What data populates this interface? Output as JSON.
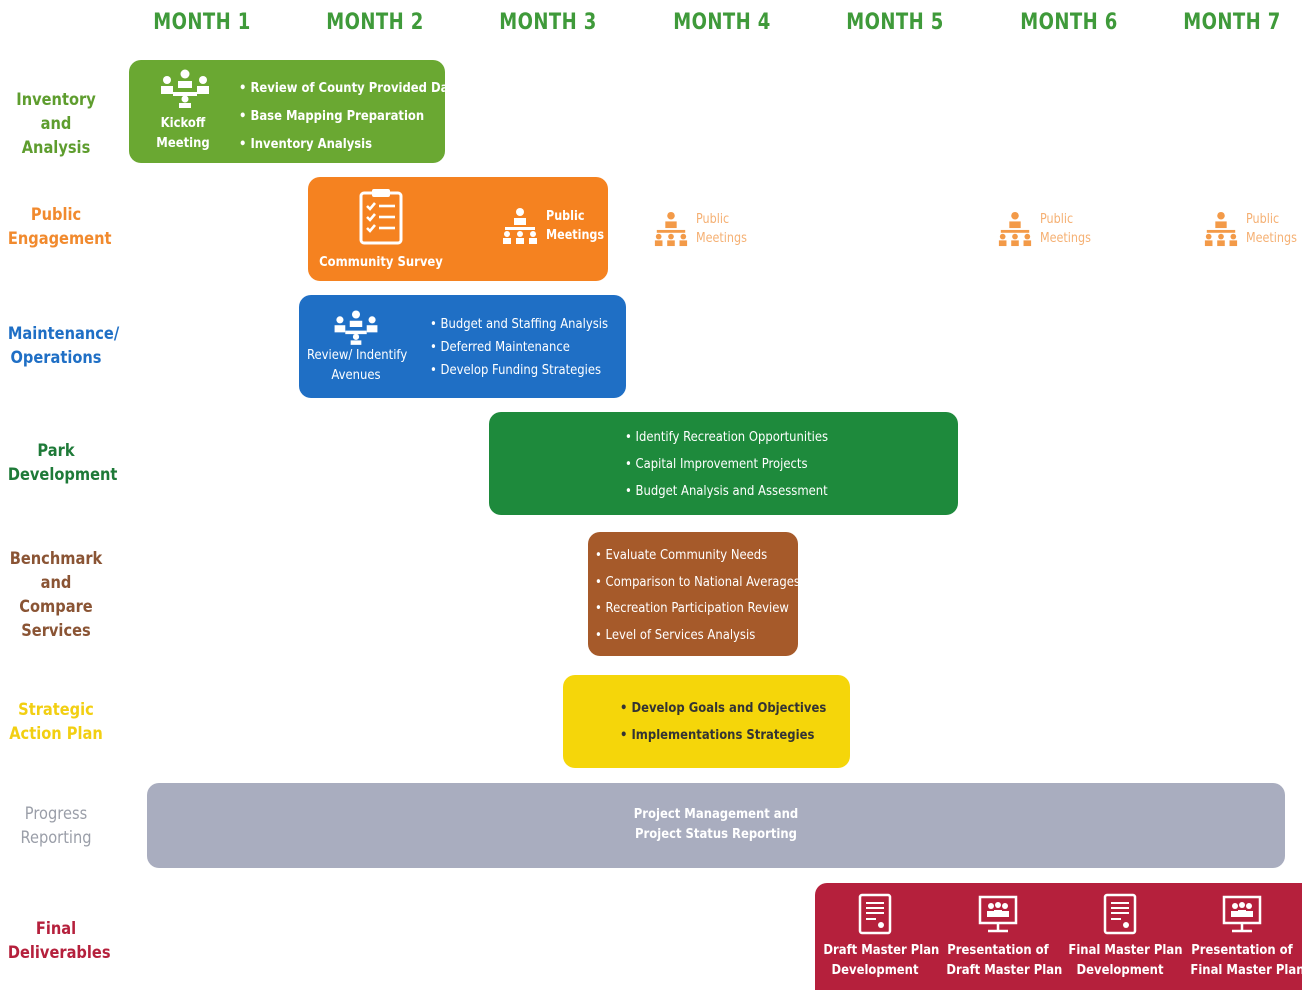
{
  "months": [
    "MONTH 1",
    "MONTH 2",
    "MONTH 3",
    "MONTH 4",
    "MONTH 5",
    "MONTH 6",
    "MONTH 7"
  ],
  "rows": {
    "inventory": {
      "label": [
        "Inventory",
        "and Analysis"
      ],
      "color": "#6aa832",
      "icon_label": [
        "Kickoff",
        "Meeting"
      ],
      "bullets": [
        "Review of County Provided Data",
        "Base Mapping Preparation",
        "Inventory Analysis"
      ]
    },
    "public": {
      "label": [
        "Public",
        "Engagement"
      ],
      "color": "#f58220",
      "survey_label": "Community Survey",
      "meeting_label": [
        "Public",
        "Meetings"
      ]
    },
    "maintenance": {
      "label": [
        "Maintenance/",
        "Operations"
      ],
      "color": "#1f6fc5",
      "icon_label": [
        "Review/ Indentify",
        "Avenues"
      ],
      "bullets": [
        "Budget and Staffing Analysis",
        "Deferred Maintenance",
        "Develop Funding Strategies"
      ]
    },
    "park": {
      "label": [
        "Park",
        "Development"
      ],
      "color": "#1e8a3c",
      "bullets": [
        "Identify Recreation Opportunities",
        "Capital Improvement  Projects",
        "Budget Analysis and Assessment"
      ]
    },
    "benchmark": {
      "label": [
        "Benchmark",
        "and",
        "Compare",
        "Services"
      ],
      "color": "#a65a2a",
      "bullets": [
        "Evaluate Community Needs",
        "Comparison to National Averages",
        "Recreation Participation Review",
        "Level of Services Analysis"
      ]
    },
    "strategic": {
      "label": [
        "Strategic",
        "Action Plan"
      ],
      "color": "#f5d60a",
      "bullets": [
        "Develop Goals and Objectives",
        "Implementations Strategies"
      ]
    },
    "progress": {
      "label": [
        "Progress",
        "Reporting"
      ],
      "color": "#a9adbf",
      "text": [
        "Project Management and",
        "Project Status Reporting"
      ]
    },
    "final": {
      "label": [
        "Final",
        "Deliverables"
      ],
      "color": "#b5203c",
      "items": [
        {
          "icon": "document-icon",
          "label": [
            "Draft Master Plan",
            "Development"
          ]
        },
        {
          "icon": "presentation-icon",
          "label": [
            "Presentation of",
            "Draft Master Plan"
          ]
        },
        {
          "icon": "document-icon",
          "label": [
            "Final Master Plan",
            "Development"
          ]
        },
        {
          "icon": "presentation-icon",
          "label": [
            "Presentation of",
            "Final Master Plan"
          ]
        }
      ]
    }
  }
}
